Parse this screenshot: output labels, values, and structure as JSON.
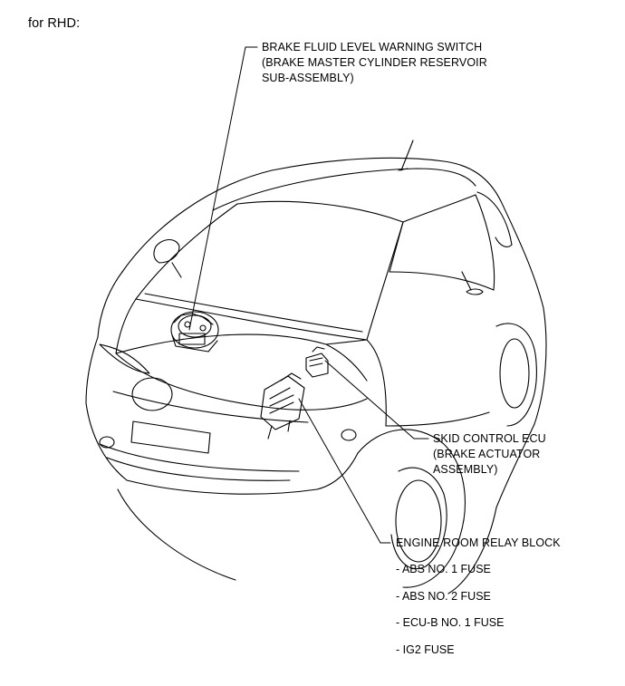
{
  "heading": "for RHD:",
  "callouts": {
    "brake_fluid_switch": {
      "lines": [
        "BRAKE FLUID LEVEL WARNING SWITCH",
        "(BRAKE MASTER CYLINDER RESERVOIR",
        "SUB-ASSEMBLY)"
      ]
    },
    "skid_control_ecu": {
      "lines": [
        "SKID CONTROL ECU",
        "(BRAKE ACTUATOR",
        "ASSEMBLY)"
      ]
    },
    "engine_room_relay_block": {
      "title": "ENGINE ROOM RELAY BLOCK",
      "fuses": [
        "- ABS NO. 1 FUSE",
        "- ABS NO. 2 FUSE",
        "- ECU-B NO. 1 FUSE",
        "- IG2 FUSE"
      ]
    }
  },
  "colors": {
    "line": "#000000",
    "background": "#ffffff"
  }
}
